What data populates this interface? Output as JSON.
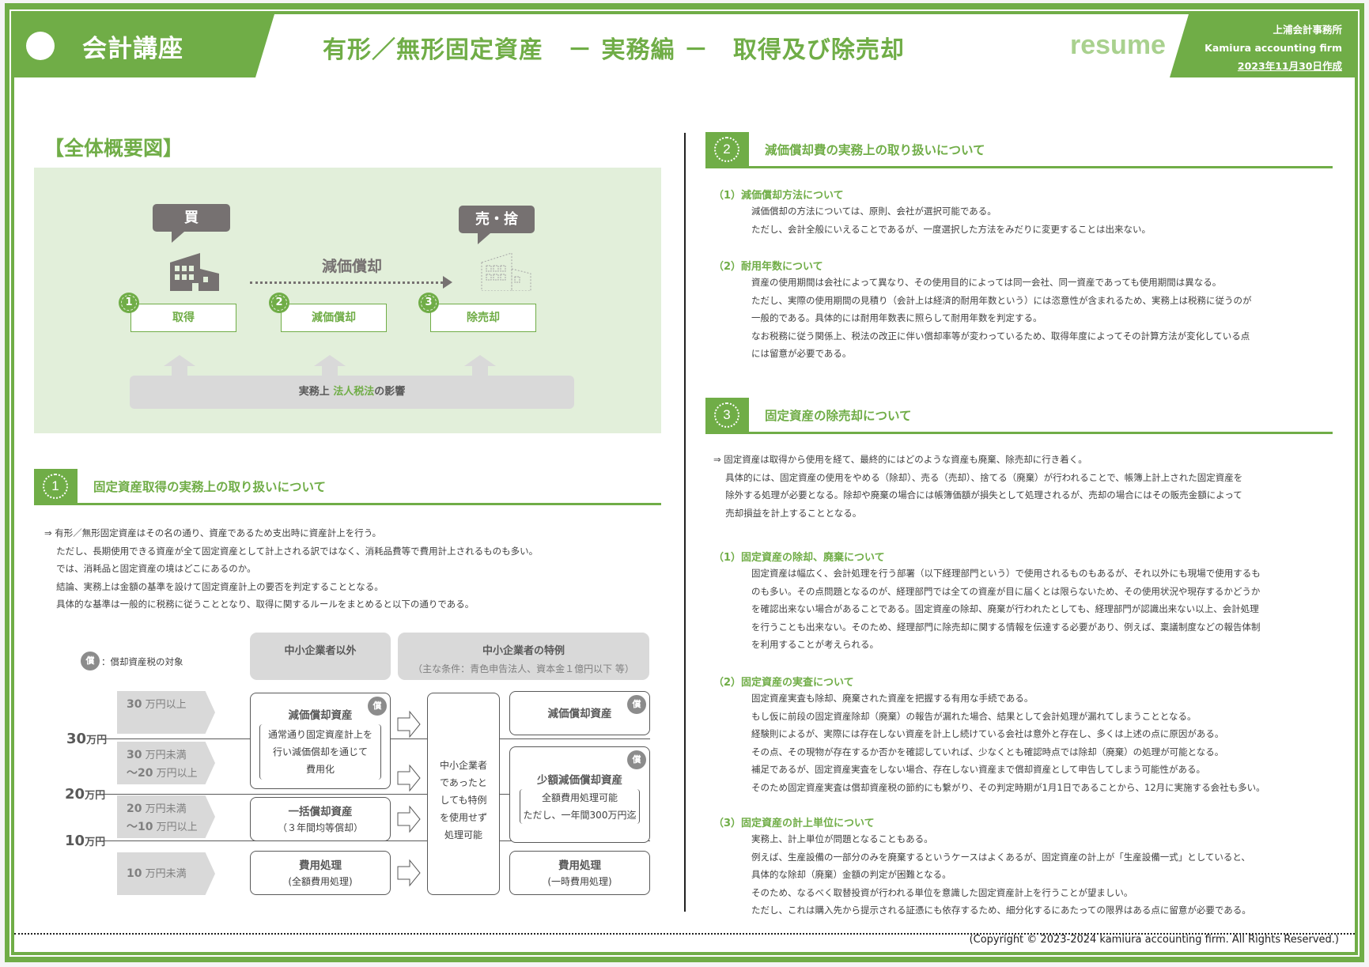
{
  "header": {
    "category": "会計講座",
    "title": "有形／無形固定資産　－ 実務編 －　取得及び除売却",
    "tag": "resume",
    "firm_jp": "上浦会計事務所",
    "firm_en": "Kamiura accounting firm",
    "created": "2023年11月30日作成"
  },
  "overview": {
    "title": "【全体概要図】",
    "buy_bubble": "買",
    "sell_bubble": "売・捨",
    "depreciation_label": "減価償却",
    "steps": [
      {
        "num": "1",
        "label": "取得"
      },
      {
        "num": "2",
        "label": "減価償却"
      },
      {
        "num": "3",
        "label": "除売却"
      }
    ],
    "base_prefix": "実務上 ",
    "base_highlight": "法人税法",
    "base_suffix": "の影響"
  },
  "section1": {
    "num": "1",
    "title": "固定資産取得の実務上の取り扱いについて",
    "lines": [
      "⇒ 有形／無形固定資産はその名の通り、資産であるため支出時に資産計上を行う。",
      "　 ただし、長期使用できる資産が全て固定資産として計上される訳ではなく、消耗品費等で費用計上されるものも多い。",
      "　 では、消耗品と固定資産の境はどこにあるのか。",
      "　 結論、実務上は金額の基準を設けて固定資産計上の要否を判定することとなる。",
      "　 具体的な基準は一般的に税務に従うこととなり、取得に関するルールをまとめると以下の通りである。"
    ],
    "rule_table": {
      "legend_badge": "償",
      "legend_text": "：償却資産税の対象",
      "col_non_sme": "中小企業者以外",
      "col_sme": "中小企業者の特例",
      "col_sme_sub": "（主な条件：青色申告法人、資本金１億円以下 等）",
      "thresholds": [
        "30万円",
        "20万円",
        "10万円"
      ],
      "threshold_unit": "万円",
      "threshold_nums": [
        "30",
        "20",
        "10"
      ],
      "bands": [
        {
          "l1_num": "30",
          "l1": " 万円以上",
          "l2_num": "",
          "l2": ""
        },
        {
          "l1_num": "30",
          "l1": " 万円未満",
          "l2_num": "～20",
          "l2": " 万円以上"
        },
        {
          "l1_num": "20",
          "l1": " 万円未満",
          "l2_num": "～10",
          "l2": " 万円以上"
        },
        {
          "l1_num": "10",
          "l1": " 万円未満",
          "l2_num": "",
          "l2": ""
        }
      ],
      "non_sme": {
        "depr_title": "減価償却資産",
        "depr_note_1": "通常通り固定資産計上を",
        "depr_note_2": "行い減価償却を通じて",
        "depr_note_3": "費用化",
        "lump_title": "一括償却資産",
        "lump_note": "（３年間均等償却）",
        "exp_title": "費用処理",
        "exp_note": "(全額費用処理)"
      },
      "middle_note": [
        "中小企業者",
        "であったと",
        "しても特例",
        "を使用せず",
        "処理可能"
      ],
      "sme": {
        "depr_title": "減価償却資産",
        "small_title": "少額減価償却資産",
        "small_note_1": "全額費用処理可能",
        "small_note_2": "ただし、一年間300万円迄",
        "exp_title": "費用処理",
        "exp_note": "(一時費用処理)"
      }
    }
  },
  "section2": {
    "num": "2",
    "title": "減価償却費の実務上の取り扱いについて",
    "sub1_title": "（1）減価償却方法について",
    "sub1_lines": [
      "減価償却の方法については、原則、会社が選択可能である。",
      "ただし、会計全般にいえることであるが、一度選択した方法をみだりに変更することは出来ない。"
    ],
    "sub2_title": "（2）耐用年数について",
    "sub2_lines": [
      "資産の使用期間は会社によって異なり、その使用目的によっては同一会社、同一資産であっても使用期間は異なる。",
      "ただし、実際の使用期間の見積り（会計上は経済的耐用年数という）には恣意性が含まれるため、実務上は税務に従うのが",
      "一般的である。具体的には耐用年数表に照らして耐用年数を判定する。",
      "なお税務に従う関係上、税法の改正に伴い償却率等が変わっているため、取得年度によってその計算方法が変化している点",
      "には留意が必要である。"
    ]
  },
  "section3": {
    "num": "3",
    "title": "固定資産の除売却について",
    "intro_lines": [
      "⇒ 固定資産は取得から使用を経て、最終的にはどのような資産も廃棄、除売却に行き着く。",
      "　 具体的には、固定資産の使用をやめる（除却）、売る（売却）、捨てる（廃棄）が行われることで、帳簿上計上された固定資産を",
      "　 除外する処理が必要となる。除却や廃棄の場合には帳簿価額が損失として処理されるが、売却の場合にはその販売金額によって",
      "　 売却損益を計上することとなる。"
    ],
    "sub1_title": "（1）固定資産の除却、廃棄について",
    "sub1_lines": [
      "固定資産は幅広く、会計処理を行う部署（以下経理部門という）で使用されるものもあるが、それ以外にも現場で使用するも",
      "のも多い。その点問題となるのが、経理部門では全ての資産が目に届くとは限らないため、その使用状況や現存するかどうか",
      "を確認出来ない場合があることである。固定資産の除却、廃棄が行われたとしても、経理部門が認識出来ない以上、会計処理",
      "を行うことも出来ない。そのため、経理部門に除売却に関する情報を伝達する必要があり、例えば、稟議制度などの報告体制",
      "を利用することが考えられる。"
    ],
    "sub2_title": "（2）固定資産の実査について",
    "sub2_lines": [
      "固定資産実査も除却、廃棄された資産を把握する有用な手続である。",
      "もし仮に前段の固定資産除却（廃棄）の報告が漏れた場合、結果として会計処理が漏れてしまうこととなる。",
      "経験則によるが、実際には存在しない資産を計上し続けている会社は意外と存在し、多くは上述の点に原因がある。",
      "その点、その現物が存在するか否かを確認していれば、少なくとも確認時点では除却（廃棄）の処理が可能となる。",
      "補足であるが、固定資産実査をしない場合、存在しない資産まで償却資産として申告してしまう可能性がある。",
      "そのため固定資産実査は償却資産税の節約にも繋がり、その判定時期が1月1日であることから、12月に実施する会社も多い。"
    ],
    "sub3_title": "（3）固定資産の計上単位について",
    "sub3_lines": [
      "実務上、計上単位が問題となることもある。",
      "例えば、生産設備の一部分のみを廃棄するというケースはよくあるが、固定資産の計上が「生産設備一式」としていると、",
      "具体的な除却（廃棄）金額の判定が困難となる。",
      "そのため、なるべく取替投資が行われる単位を意識した固定資産計上を行うことが望ましい。",
      "ただし、これは購入先から提示される証憑にも依存するため、細分化するにあたっての限界はある点に留意が必要である。"
    ]
  },
  "footer": {
    "copyright": "(Copyright © 2023-2024 kamiura accounting firm. All Rights Reserved.)"
  },
  "colors": {
    "brand_green": "#70ad47",
    "light_green": "#e2efda",
    "resume_green": "#a9d18e",
    "gray_dark": "#767171",
    "gray_light": "#d9d9d9"
  }
}
